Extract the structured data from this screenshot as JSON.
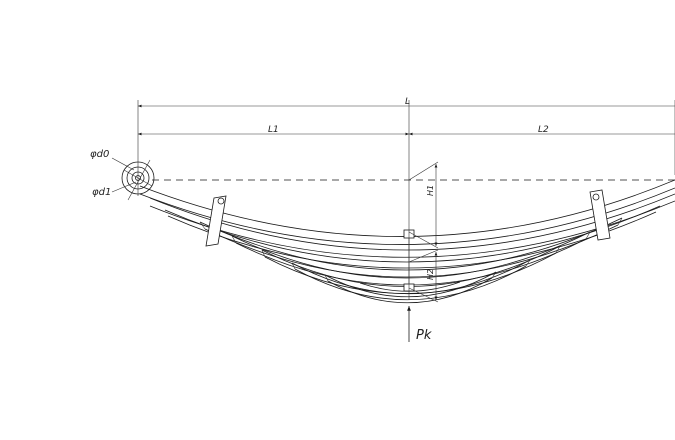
{
  "dimensions": {
    "total_length": "L",
    "front_length": "L1",
    "rear_length": "L2",
    "arc_height_1": "H1",
    "arc_height_2": "H2"
  },
  "eye": {
    "outer_diameter": "φd0",
    "inner_diameter": "φd1"
  },
  "load": {
    "label": "Pk"
  }
}
